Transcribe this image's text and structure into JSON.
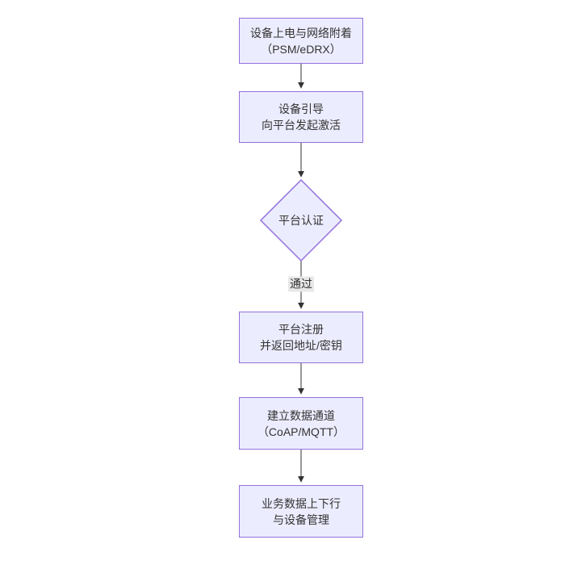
{
  "diagram": {
    "type": "flowchart",
    "direction": "top-down",
    "colors": {
      "background": "#ffffff",
      "node_fill": "#ECECFF",
      "node_border": "#9370DB",
      "text": "#333333",
      "edge_line": "#333333",
      "edge_label_bg": "#e8e8e8"
    },
    "nodes": [
      {
        "id": "power",
        "shape": "rect",
        "lines": [
          "设备上电与网络附着",
          "（PSM/eDRX）"
        ]
      },
      {
        "id": "bootstrap",
        "shape": "rect",
        "lines": [
          "设备引导",
          "向平台发起激活"
        ]
      },
      {
        "id": "auth",
        "shape": "diamond",
        "lines": [
          "平台认证"
        ]
      },
      {
        "id": "register",
        "shape": "rect",
        "lines": [
          "平台注册",
          "并返回地址/密钥"
        ]
      },
      {
        "id": "channel",
        "shape": "rect",
        "lines": [
          "建立数据通道",
          "（CoAP/MQTT）"
        ]
      },
      {
        "id": "business",
        "shape": "rect",
        "lines": [
          "业务数据上下行",
          "与设备管理"
        ]
      }
    ],
    "edges": [
      {
        "from": "power",
        "to": "bootstrap",
        "label": ""
      },
      {
        "from": "bootstrap",
        "to": "auth",
        "label": ""
      },
      {
        "from": "auth",
        "to": "register",
        "label": "通过"
      },
      {
        "from": "register",
        "to": "channel",
        "label": ""
      },
      {
        "from": "channel",
        "to": "business",
        "label": ""
      }
    ]
  }
}
